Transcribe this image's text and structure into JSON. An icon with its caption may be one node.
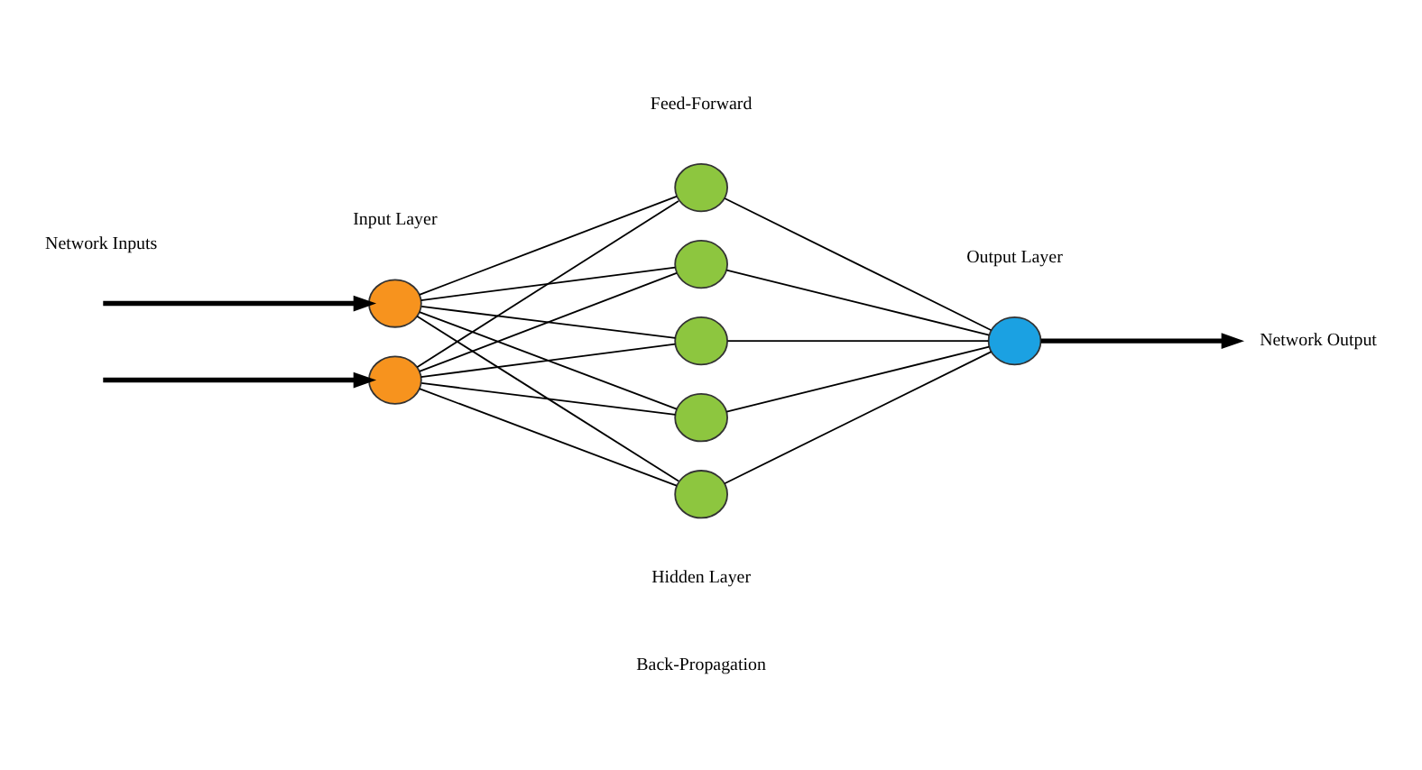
{
  "diagram": {
    "nodes": [
      {
        "text": [],
        "shape": "circle"
      },
      {
        "text": [],
        "shape": "circle"
      },
      {
        "text": [],
        "shape": "circle"
      },
      {
        "text": [],
        "shape": "circle"
      },
      {
        "text": [],
        "shape": "circle"
      },
      {
        "text": [],
        "shape": "circle"
      },
      {
        "text": [],
        "shape": "circle"
      },
      {
        "text": [],
        "shape": "circle"
      },
      {
        "text": [
          "Network Output"
        ]
      }
    ],
    "edges": [
      {
        "from": null,
        "to": 0,
        "arrow": "to",
        "style": "thick"
      },
      {
        "from": null,
        "to": 1,
        "arrow": "to",
        "style": "thick"
      },
      {
        "from": 0,
        "to": 2,
        "arrow": "none"
      },
      {
        "from": 0,
        "to": 3,
        "arrow": "none"
      },
      {
        "from": 0,
        "to": 4,
        "arrow": "none"
      },
      {
        "from": 0,
        "to": 5,
        "arrow": "none"
      },
      {
        "from": 0,
        "to": 6,
        "arrow": "none"
      },
      {
        "from": 1,
        "to": 2,
        "arrow": "none"
      },
      {
        "from": 1,
        "to": 3,
        "arrow": "none"
      },
      {
        "from": 1,
        "to": 4,
        "arrow": "none"
      },
      {
        "from": 1,
        "to": 5,
        "arrow": "none"
      },
      {
        "from": 1,
        "to": 6,
        "arrow": "none"
      },
      {
        "from": 2,
        "to": 7,
        "arrow": "none"
      },
      {
        "from": 3,
        "to": 7,
        "arrow": "none"
      },
      {
        "from": 4,
        "to": 7,
        "arrow": "none"
      },
      {
        "from": 5,
        "to": 7,
        "arrow": "none"
      },
      {
        "from": 6,
        "to": 7,
        "arrow": "none"
      },
      {
        "from": 7,
        "to": 8,
        "arrow": "to",
        "style": "thick"
      }
    ],
    "labels": [
      "Feed-Forward",
      "Network Inputs",
      "Input Layer",
      "Hidden Layer",
      "Output Layer",
      "Back-Propagation"
    ]
  }
}
